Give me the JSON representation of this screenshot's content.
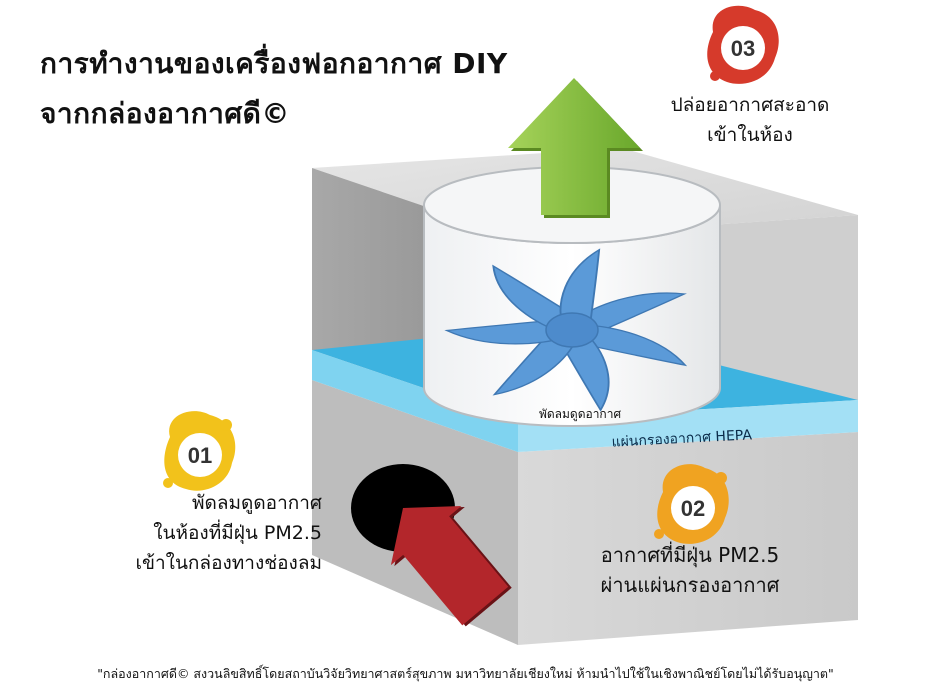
{
  "title_line1": "การทำงานของเครื่องฟอกอากาศ DIY",
  "title_line2": "จากกล่องอากาศดี©",
  "step1": {
    "number": "01",
    "line1": "พัดลมดูดอากาศ",
    "line2": "ในห้องที่มีฝุ่น PM2.5",
    "line3": "เข้าในกล่องทางช่องลม"
  },
  "step2": {
    "number": "02",
    "line1": "อากาศที่มีฝุ่น PM2.5",
    "line2": "ผ่านแผ่นกรองอากาศ"
  },
  "step3": {
    "number": "03",
    "line1": "ปล่อยอากาศสะอาด",
    "line2": "เข้าในห้อง"
  },
  "fan_label": "พัดลมดูดอากาศ",
  "filter_label": "แผ่นกรองอากาศ HEPA",
  "footer": "\"กล่องอากาศดี© สงวนลิขสิทธิ์โดยสถาบันวิจัยวิทยาศาสตร์สุขภาพ มหาวิทยาลัยเชียงใหม่ ห้ามนำไปใช้ในเชิงพาณิชย์โดยไม่ได้รับอนุญาต\"",
  "colors": {
    "badge_01": "#f2c21b",
    "badge_02": "#f0a321",
    "badge_03": "#d63a2b",
    "arrow_out": "#8dc63f",
    "arrow_in": "#a32125",
    "filter": "#4fc3e8",
    "fan_blade": "#5b9ad8",
    "box_light": "#dcdcdc",
    "box_mid": "#c4c4c4",
    "box_dark": "#9a9a9a"
  }
}
